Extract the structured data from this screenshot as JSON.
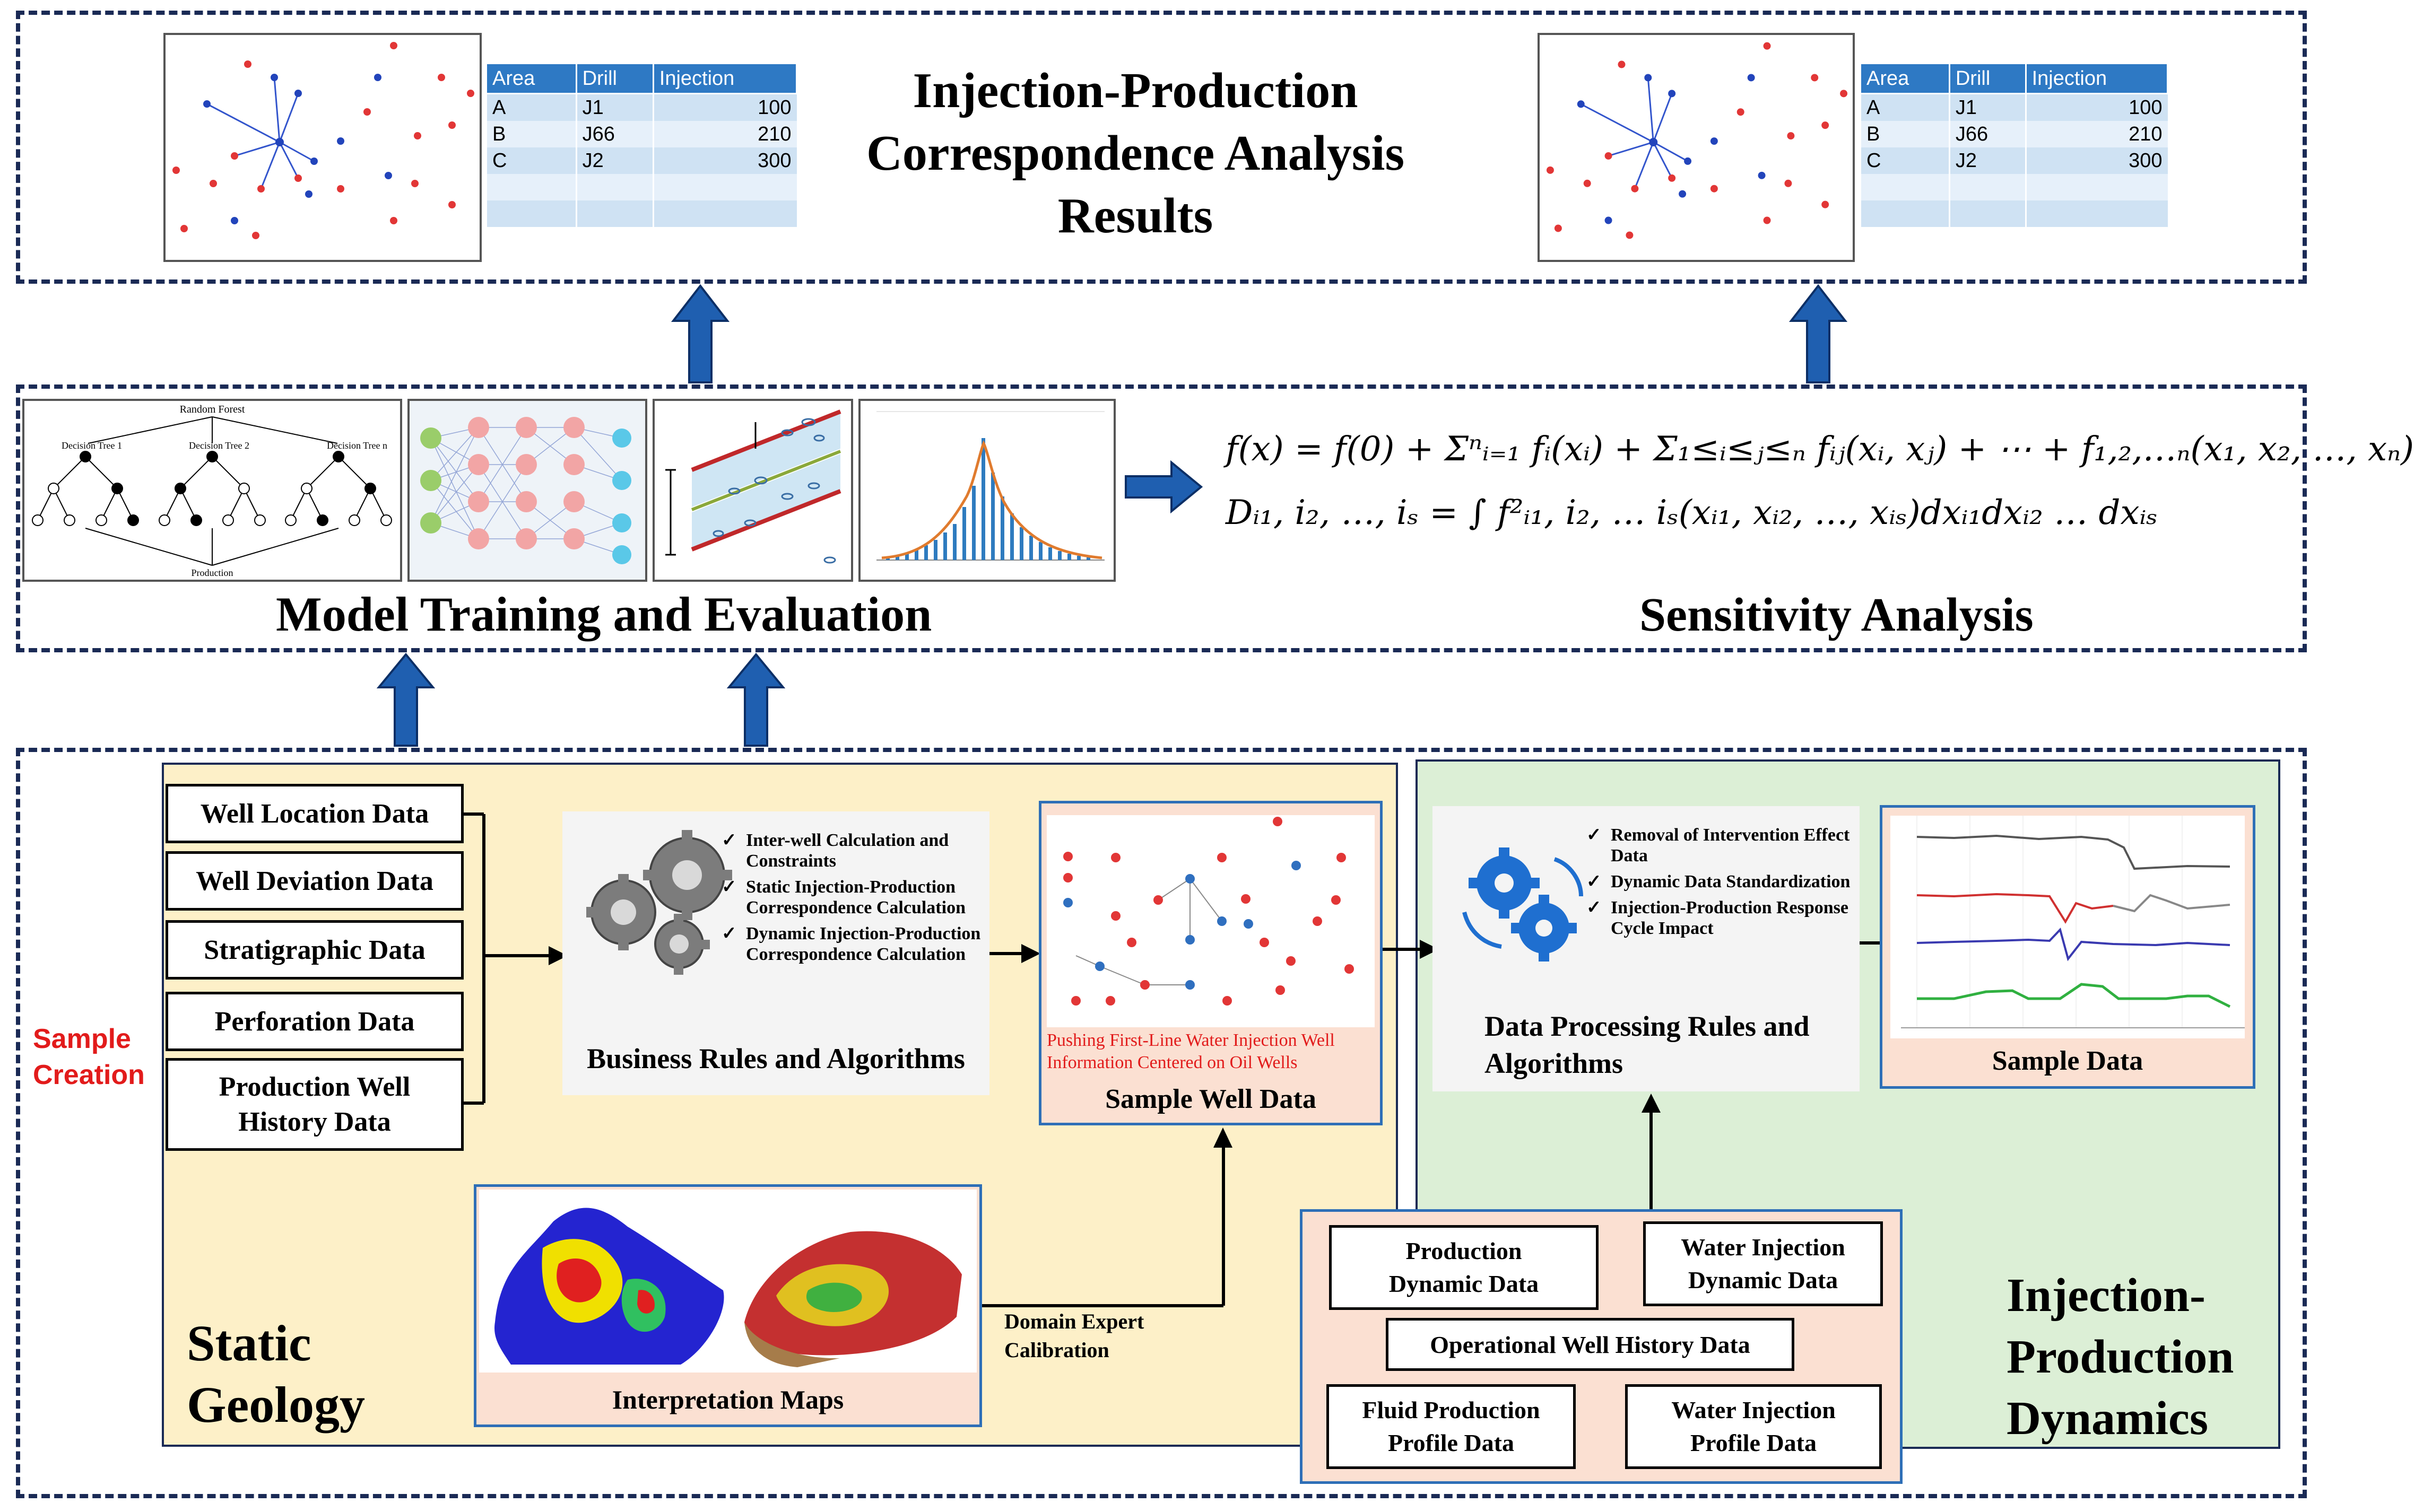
{
  "top": {
    "title_lines": [
      "Injection-Production",
      "Correspondence Analysis",
      "Results"
    ],
    "table": {
      "headers": [
        "Area",
        "Drill",
        "Injection"
      ],
      "rows": [
        [
          "A",
          "J1",
          "100"
        ],
        [
          "B",
          "J66",
          "210"
        ],
        [
          "C",
          "J2",
          "300"
        ],
        [
          "",
          "",
          ""
        ],
        [
          "",
          "",
          ""
        ]
      ]
    }
  },
  "middle": {
    "training_label": "Model Training and Evaluation",
    "sensitivity_label": "Sensitivity Analysis",
    "random_forest": {
      "title": "Random Forest",
      "trees": [
        "Decision Tree 1",
        "Decision Tree 2",
        "Decision Tree n"
      ],
      "output": "Production"
    },
    "formula1": "f(x) = f(0) + Σⁿᵢ₌₁ fᵢ(xᵢ) + Σ₁≤ᵢ≤ⱼ≤ₙ fᵢⱼ(xᵢ, xⱼ) + ⋯ + f₁,₂,…ₙ(x₁, x₂, …, xₙ)",
    "formula2": "Dᵢ₁, i₂, …, iₛ = ∫ f²ᵢ₁, i₂, … iₛ(xᵢ₁, xᵢ₂, …, xᵢₛ)dxᵢ₁dxᵢ₂ … dxᵢₛ"
  },
  "bottom": {
    "sample_creation": "Sample Creation",
    "static_geology": [
      "Static",
      "Geology"
    ],
    "dynamics": [
      "Injection-",
      "Production",
      "Dynamics"
    ],
    "input_boxes": [
      "Well Location Data",
      "Well Deviation Data",
      "Stratigraphic Data",
      "Perforation Data",
      "Production Well History Data"
    ],
    "business": {
      "items": [
        "Inter-well Calculation and Constraints",
        "Static Injection-Production Correspondence Calculation",
        "Dynamic Injection-Production Correspondence Calculation"
      ],
      "title": "Business Rules and Algorithms"
    },
    "sample_well": {
      "red_note": "Pushing First-Line Water Injection Well Information Centered on Oil Wells",
      "title": "Sample Well Data"
    },
    "interpretation_title": "Interpretation Maps",
    "calibration": [
      "Domain Expert",
      "Calibration"
    ],
    "processing": {
      "items": [
        "Removal of Intervention Effect Data",
        "Dynamic Data Standardization",
        "Injection-Production Response Cycle Impact"
      ],
      "title": [
        "Data Processing Rules and",
        "Algorithms"
      ]
    },
    "sample_data_title": "Sample Data",
    "dynamic_boxes": {
      "production_dynamic": [
        "Production",
        "Dynamic Data"
      ],
      "water_injection_dynamic": [
        "Water Injection",
        "Dynamic Data"
      ],
      "operational_history": "Operational Well History Data",
      "fluid_profile": [
        "Fluid Production",
        "Profile Data"
      ],
      "water_profile": [
        "Water Injection",
        "Profile Data"
      ]
    }
  },
  "colors": {
    "dash_border": "#1a2a55",
    "arrow_blue": "#1f5fb0",
    "static_bg": "#fdf0c8",
    "dynamics_bg": "#dcefd6",
    "red_text": "#e21b1b",
    "peach": "#fbe0d2"
  }
}
